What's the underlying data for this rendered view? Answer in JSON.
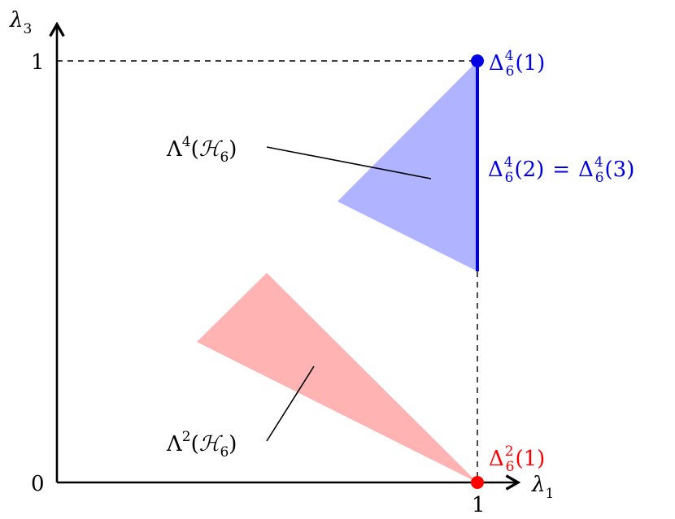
{
  "axes": {
    "x_label": {
      "main": "λ",
      "sub": "1"
    },
    "y_label": {
      "main": "λ",
      "sub": "3"
    },
    "x_tick": "1",
    "y_tick_top": "1",
    "origin_tick": "0"
  },
  "regions": {
    "lambda4": {
      "label_prefix": "Λ",
      "label_sup": "4",
      "label_arg": "(",
      "label_script": "ℋ",
      "label_script_sub": "6",
      "label_close": ")"
    },
    "lambda2": {
      "label_prefix": "Λ",
      "label_sup": "2",
      "label_arg": "(",
      "label_script": "ℋ",
      "label_script_sub": "6",
      "label_close": ")"
    }
  },
  "points": {
    "delta4_1": {
      "label_main": "Δ",
      "label_sup": "4",
      "label_sub": "6",
      "label_arg": "(1)"
    },
    "delta2_1": {
      "label_main": "Δ",
      "label_sup": "2",
      "label_sub": "6",
      "label_arg": "(1)"
    }
  },
  "segment": {
    "label_left_main": "Δ",
    "label_left_sup": "4",
    "label_left_sub": "6",
    "label_left_arg": "(2)",
    "equals": "=",
    "label_right_main": "Δ",
    "label_right_sup": "4",
    "label_right_sub": "6",
    "label_right_arg": "(3)"
  },
  "colors": {
    "blue": "#0000e6",
    "blue_fill": "#b0b3ff",
    "red": "#ff0000",
    "red_fill": "#ffb3b3",
    "axis": "#000000"
  }
}
